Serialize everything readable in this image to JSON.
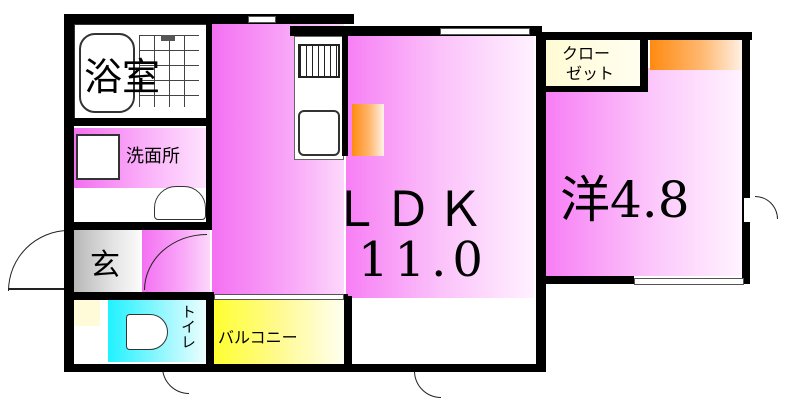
{
  "floor_plan": {
    "rooms": {
      "bath": {
        "label": "浴室"
      },
      "washroom": {
        "label": "洗面所"
      },
      "entrance": {
        "label": "玄"
      },
      "toilet": {
        "label": "トイレ"
      },
      "balcony": {
        "label": "バルコニー"
      },
      "ldk": {
        "label": "ＬＤＫ",
        "size": "11.0"
      },
      "western_room": {
        "label": "洋4.8"
      },
      "closet": {
        "label_line1": "クロー",
        "label_line2": "ゼット"
      }
    },
    "colors": {
      "living_pink": "#f77ef5",
      "toilet_cyan": "#20f2ff",
      "balcony_yellow": "#ffff30",
      "closet_cream": "#fffbd4",
      "accent_orange": "#ff8a10",
      "wall": "#000000"
    }
  }
}
